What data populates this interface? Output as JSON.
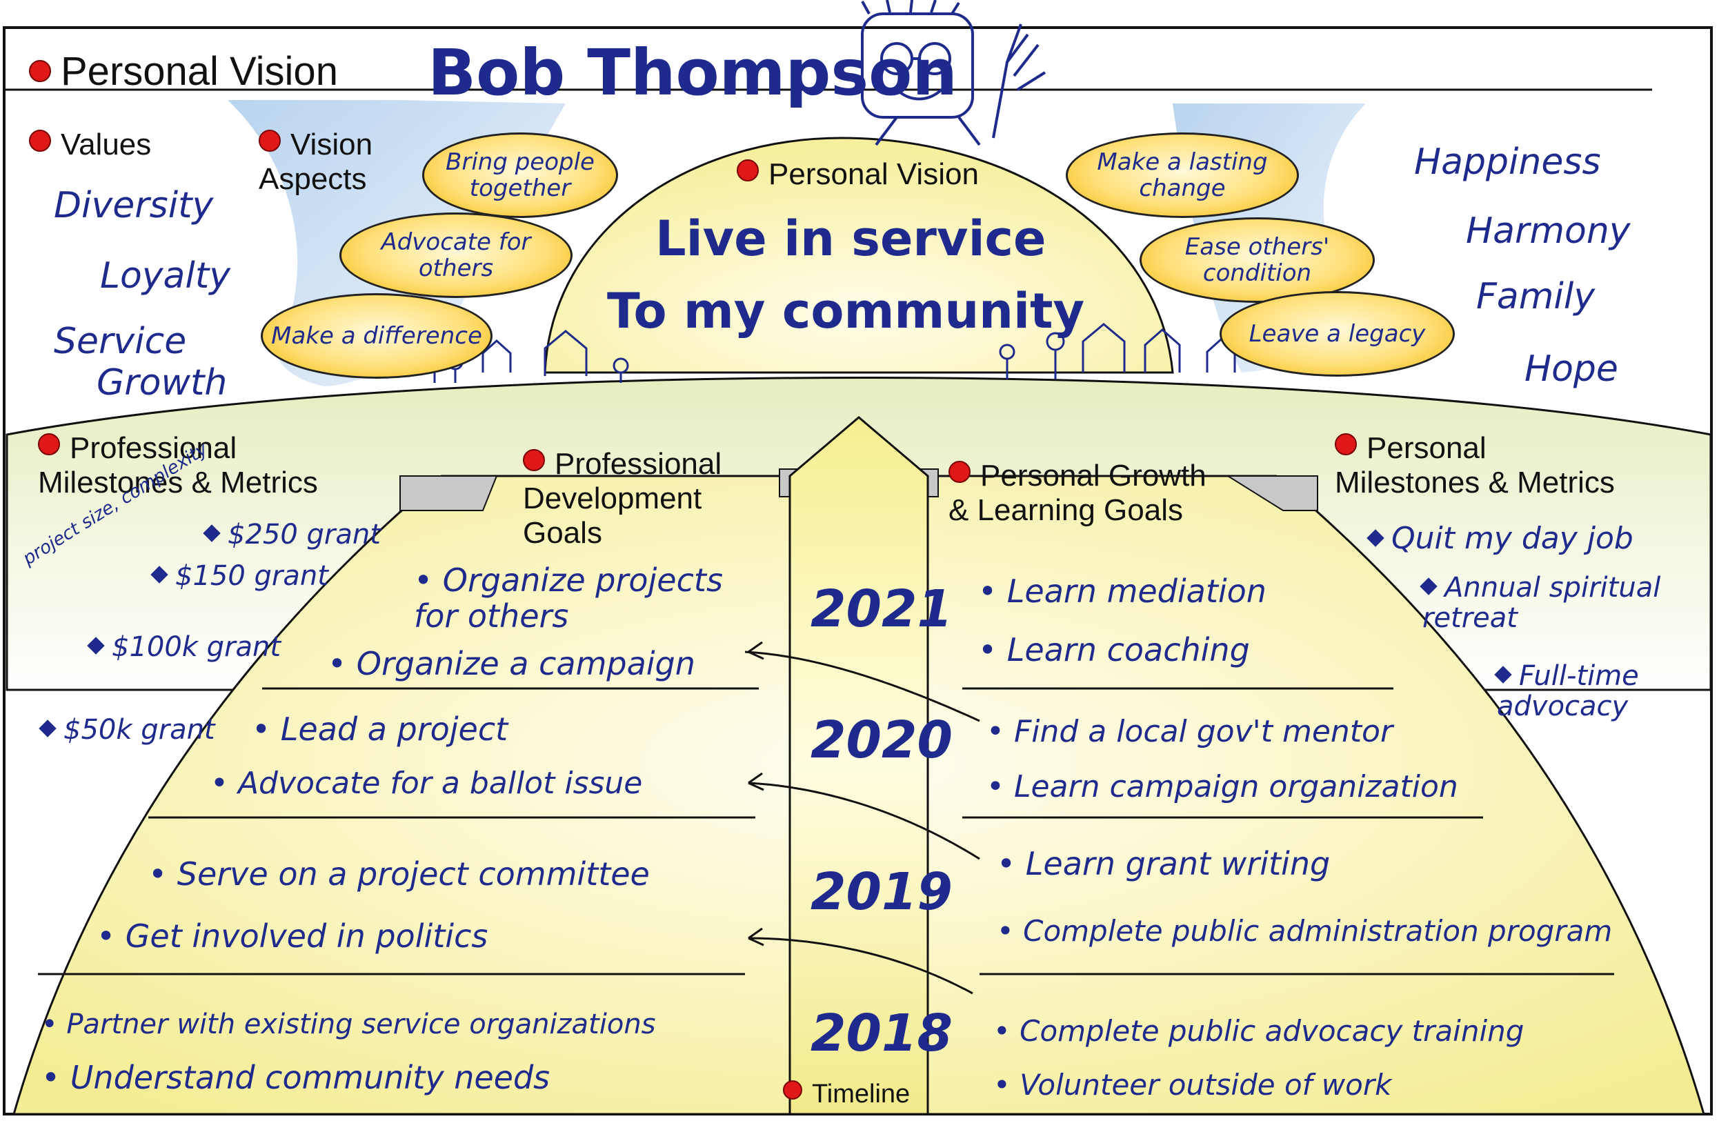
{
  "header": {
    "section_label": "Personal Vision",
    "name": "Bob Thompson"
  },
  "values": {
    "label": "Values",
    "items": [
      "Diversity",
      "Loyalty",
      "Service",
      "Growth"
    ]
  },
  "vision_aspects": {
    "label": "Vision\nAspects",
    "left_ovals": [
      "Bring people together",
      "Advocate for others",
      "Make a difference"
    ],
    "right_ovals": [
      "Make a lasting change",
      "Ease others' condition",
      "Leave a legacy"
    ]
  },
  "personal_vision": {
    "label": "Personal Vision",
    "statement_line1": "Live in service",
    "statement_line2": "To my community"
  },
  "right_values": [
    "Happiness",
    "Harmony",
    "Family",
    "Hope"
  ],
  "professional_milestones": {
    "label": "Professional\nMilestones & Metrics",
    "axis_label": "project size, complexity",
    "items": [
      "$250 grant",
      "$150 grant",
      "$100k grant",
      "$50k grant"
    ]
  },
  "professional_development": {
    "label": "Professional\nDevelopment\nGoals"
  },
  "personal_growth": {
    "label": "Personal Growth\n& Learning Goals"
  },
  "personal_milestones": {
    "label": "Personal\nMilestones & Metrics",
    "items": [
      "Quit my day job",
      "Annual spiritual retreat",
      "Full-time advocacy"
    ]
  },
  "timeline": {
    "label": "Timeline",
    "years": [
      {
        "year": "2021",
        "left": [
          "Organize projects for others",
          "Organize a campaign"
        ],
        "right": [
          "Learn mediation",
          "Learn coaching"
        ]
      },
      {
        "year": "2020",
        "left": [
          "Lead a project",
          "Advocate for a ballot issue"
        ],
        "right": [
          "Find a local gov't mentor",
          "Learn campaign organization"
        ]
      },
      {
        "year": "2019",
        "left": [
          "Serve on a project committee",
          "Get involved in politics"
        ],
        "right": [
          "Learn grant writing",
          "Complete public administration program"
        ]
      },
      {
        "year": "2018",
        "left": [
          "Partner with existing service organizations",
          "Understand community needs"
        ],
        "right": [
          "Complete public advocacy training",
          "Volunteer outside of work"
        ]
      }
    ]
  },
  "colors": {
    "ink": "#1e2a8c",
    "dot": "#e01818",
    "sky": "#c9def2",
    "hill": "#f3f5d6",
    "path": "#fbf6b8",
    "oval_core": "#ffe07a"
  }
}
